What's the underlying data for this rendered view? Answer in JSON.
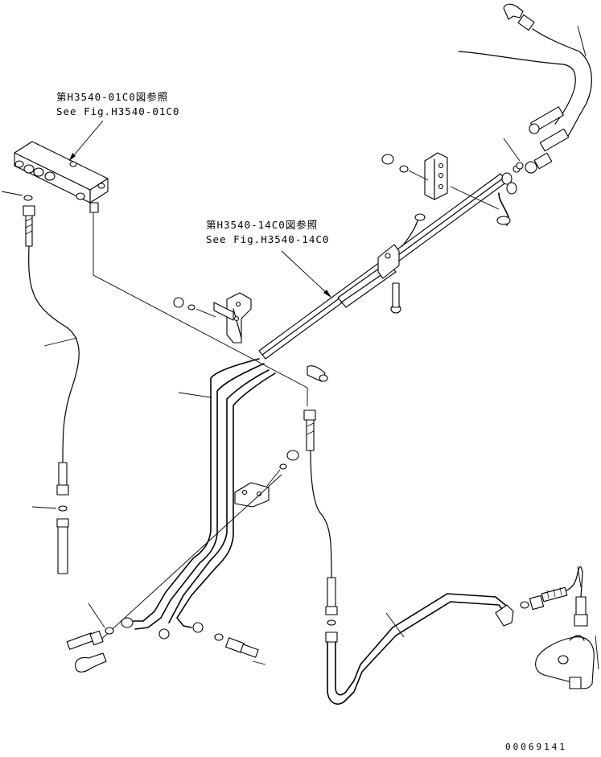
{
  "references": [
    {
      "jp": "第H3540-01C0図参照",
      "en": "See Fig.H3540-01C0"
    },
    {
      "jp": "第H3540-14C0図参照",
      "en": "See Fig.H3540-14C0"
    }
  ],
  "drawing_code": "00069141",
  "colors": {
    "line": "#000000",
    "background": "#ffffff"
  }
}
